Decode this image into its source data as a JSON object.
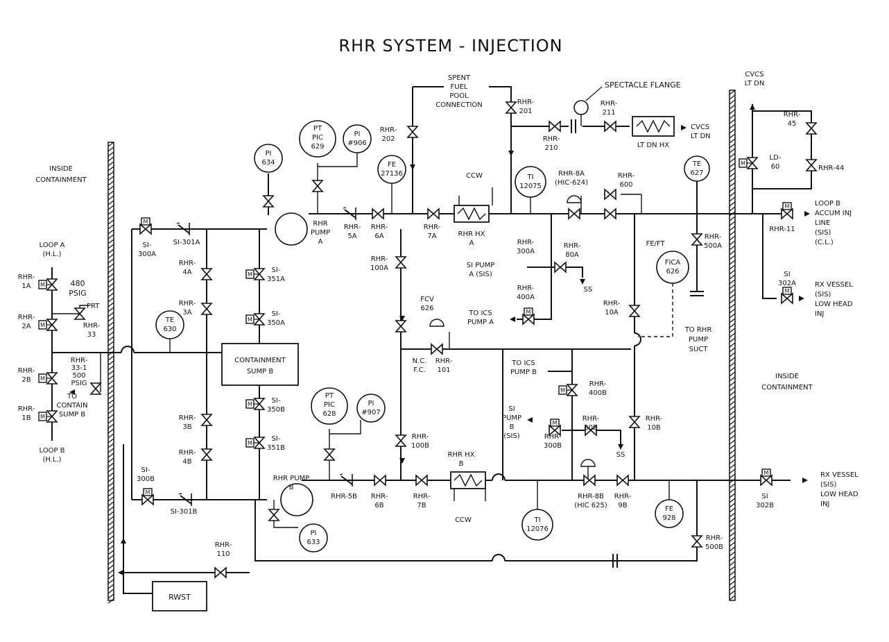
{
  "title": "RHR SYSTEM - INJECTION",
  "areas": {
    "inside_containment_left": [
      "INSIDE",
      "CONTAINMENT"
    ],
    "inside_containment_right": [
      "INSIDE",
      "CONTAINMENT"
    ]
  },
  "loops": {
    "loop_a": [
      "LOOP A",
      "(H.L.)"
    ],
    "loop_b_hl": [
      "LOOP B",
      "(H.L.)"
    ],
    "prt": "PRT",
    "psig480": [
      "480",
      "PSIG"
    ],
    "psig500": [
      "RHR-",
      "33-1",
      "500",
      "PSIG"
    ],
    "to_contain": [
      "TO",
      "CONTAIN",
      "SUMP B"
    ]
  },
  "valve_labels": {
    "rhr1a": [
      "RHR-",
      "1A"
    ],
    "rhr2a": [
      "RHR-",
      "2A"
    ],
    "rhr2b": [
      "RHR-",
      "2B"
    ],
    "rhr1b": [
      "RHR-",
      "1B"
    ],
    "rhr33": [
      "RHR-",
      "33"
    ],
    "si300a": [
      "SI-",
      "300A"
    ],
    "si301a": "SI-301A",
    "rhr4a": [
      "RHR-",
      "4A"
    ],
    "rhr3a": [
      "RHR-",
      "3A"
    ],
    "si351a": [
      "SI-",
      "351A"
    ],
    "si350a": [
      "SI-",
      "350A"
    ],
    "si350b": [
      "SI-",
      "350B"
    ],
    "si351b": [
      "SI-",
      "351B"
    ],
    "rhr3b": [
      "RHR-",
      "3B"
    ],
    "rhr4b": [
      "RHR-",
      "4B"
    ],
    "si300b": [
      "SI-",
      "300B"
    ],
    "si301b": "SI-301B",
    "rhr5a": [
      "RHR-",
      "5A"
    ],
    "rhr6a": [
      "RHR-",
      "6A"
    ],
    "rhr7a": [
      "RHR-",
      "7A"
    ],
    "rhr100a": [
      "RHR-",
      "100A"
    ],
    "rhr202": [
      "RHR-",
      "202"
    ],
    "rhr201": [
      "RHR-",
      "201"
    ],
    "rhr210": [
      "RHR-",
      "210"
    ],
    "rhr211": [
      "RHR-",
      "211"
    ],
    "rhr8a": [
      "RHR-8A",
      "(HIC-624)"
    ],
    "rhr600": [
      "RHR-",
      "600"
    ],
    "rhr300a": [
      "RHR-",
      "300A"
    ],
    "rhr80a": [
      "RHR-",
      "80A"
    ],
    "rhr400a": [
      "RHR-",
      "400A"
    ],
    "rhr10a": [
      "RHR-",
      "10A"
    ],
    "rhr500a": [
      "RHR-",
      "500A"
    ],
    "rhr45": [
      "RHR-",
      "45"
    ],
    "ld60": [
      "LD-",
      "60"
    ],
    "rhr44": "RHR-44",
    "rhr11": "RHR-11",
    "si302a": [
      "SI",
      "302A"
    ],
    "rhr101": [
      "RHR-",
      "101"
    ],
    "nc_fc": [
      "N.C.",
      "F.C."
    ],
    "fcv626": [
      "FCV",
      "626"
    ],
    "rhr5b": "RHR-5B",
    "rhr6b": [
      "RHR-",
      "6B"
    ],
    "rhr7b": [
      "RHR-",
      "7B"
    ],
    "rhr100b": [
      "RHR-",
      "100B"
    ],
    "rhr400b": [
      "RHR-",
      "400B"
    ],
    "rhr80b": [
      "RHR-",
      "80B"
    ],
    "rhr300b": [
      "RHR-",
      "300B"
    ],
    "rhr10b": [
      "RHR-",
      "10B"
    ],
    "rhr8b": [
      "RHR-8B",
      "(HIC 625)"
    ],
    "rhr9b": [
      "RHR-",
      "9B"
    ],
    "rhr500b": [
      "RHR-",
      "500B"
    ],
    "si302b": [
      "SI",
      "302B"
    ],
    "rhr110": [
      "RHR-",
      "110"
    ]
  },
  "instruments": {
    "pi634": [
      "PI",
      "634"
    ],
    "pt629": [
      "PT",
      "PIC",
      "629"
    ],
    "pi906": [
      "PI",
      "#906"
    ],
    "fe27136": [
      "FE",
      "27136"
    ],
    "ti12075": [
      "TI",
      "12075"
    ],
    "te627": [
      "TE",
      "627"
    ],
    "te630": [
      "TE",
      "630"
    ],
    "fica626": [
      "FICA",
      "626"
    ],
    "fe_ft": "FE/FT",
    "pt628": [
      "PT",
      "PIC",
      "628"
    ],
    "pi907": [
      "PI",
      "#907"
    ],
    "pi633": [
      "PI",
      "633"
    ],
    "ti12076": [
      "TI",
      "12076"
    ],
    "fe928": [
      "FE",
      "928"
    ]
  },
  "equipment": {
    "pump_a": [
      "RHR",
      "PUMP",
      "A"
    ],
    "pump_b": [
      "RHR PUMP",
      "B"
    ],
    "hx_a": [
      "RHR HX",
      "A"
    ],
    "hx_b": [
      "RHR HX",
      "B"
    ],
    "ccw_a": "CCW",
    "ccw_b": "CCW",
    "sump": [
      "CONTAINMENT",
      "SUMP B"
    ],
    "rwst": "RWST",
    "ld_hx": "LT DN HX",
    "spectacle": "SPECTACLE FLANGE",
    "sfp": [
      "SPENT",
      "FUEL",
      "POOL",
      "CONNECTION"
    ]
  },
  "destinations": {
    "cvcs_ltdn_out": [
      "CVCS",
      "LT DN"
    ],
    "cvcs_ltdn_top": [
      "CVCS",
      "LT DN"
    ],
    "loop_b_accum": [
      "LOOP B",
      "ACCUM INJ",
      "LINE",
      "(SIS)",
      "(C.L.)"
    ],
    "rx_vessel_a": [
      "RX VESSEL",
      "(SIS)",
      "LOW HEAD",
      "INJ"
    ],
    "rx_vessel_b": [
      "RX VESSEL",
      "(SIS)",
      "LOW HEAD",
      "INJ"
    ],
    "si_pump_a": [
      "SI PUMP",
      "A (SIS)"
    ],
    "to_ics_a": [
      "TO ICS",
      "PUMP A"
    ],
    "to_ics_b": [
      "TO ICS",
      "PUMP B"
    ],
    "si_pump_b": [
      "SI",
      "PUMP",
      "B",
      "(SIS)"
    ],
    "ss_a": "SS",
    "ss_b": "SS",
    "to_rhr_suct": [
      "TO RHR",
      "PUMP",
      "SUCT"
    ]
  }
}
